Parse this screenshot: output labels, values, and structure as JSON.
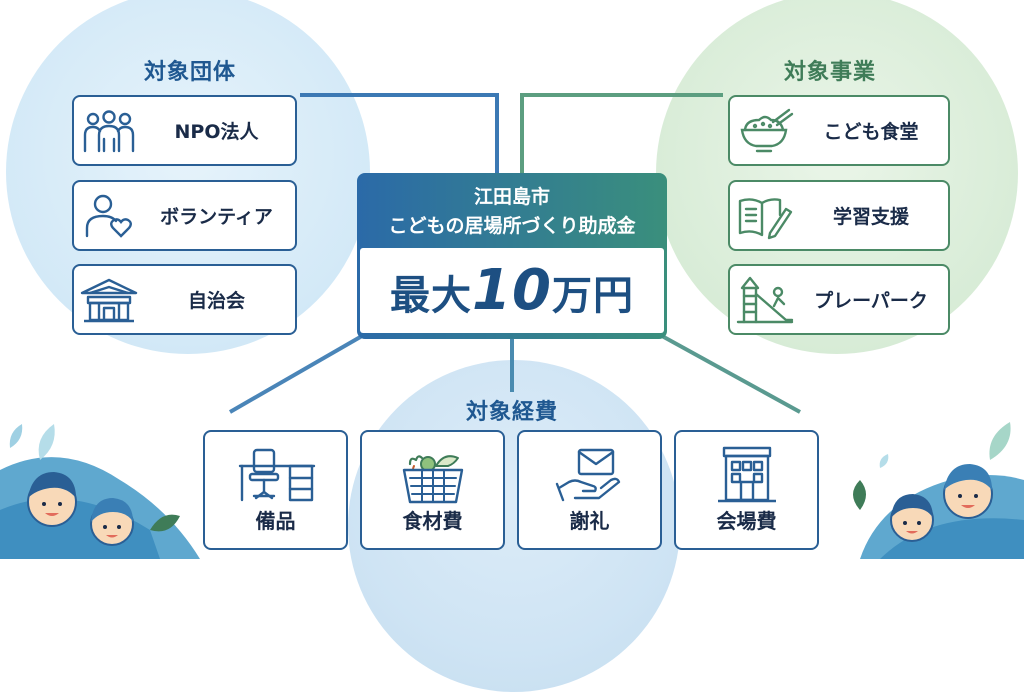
{
  "groups": {
    "title": "対象団体",
    "items": [
      {
        "label": "NPO法人",
        "icon": "people-group-icon"
      },
      {
        "label": "ボランティア",
        "icon": "volunteer-heart-icon"
      },
      {
        "label": "自治会",
        "icon": "community-hall-icon"
      }
    ]
  },
  "projects": {
    "title": "対象事業",
    "items": [
      {
        "label": "こども食堂",
        "icon": "rice-bowl-chopsticks-icon"
      },
      {
        "label": "学習支援",
        "icon": "book-pencil-icon"
      },
      {
        "label": "プレーパーク",
        "icon": "playground-slide-icon"
      }
    ]
  },
  "expenses": {
    "title": "対象経費",
    "items": [
      {
        "label": "備品",
        "icon": "desk-chair-icon"
      },
      {
        "label": "食材費",
        "icon": "food-basket-icon"
      },
      {
        "label": "謝礼",
        "icon": "envelope-hand-icon"
      },
      {
        "label": "会場費",
        "icon": "building-icon"
      }
    ]
  },
  "center": {
    "line1": "江田島市",
    "line2": "こどもの居場所づくり助成金",
    "amount_prefix": "最大",
    "amount_number": "10",
    "amount_suffix": "万円"
  },
  "colors": {
    "blue": "#2a5f95",
    "green": "#4b8a66",
    "text": "#1a2b48"
  }
}
